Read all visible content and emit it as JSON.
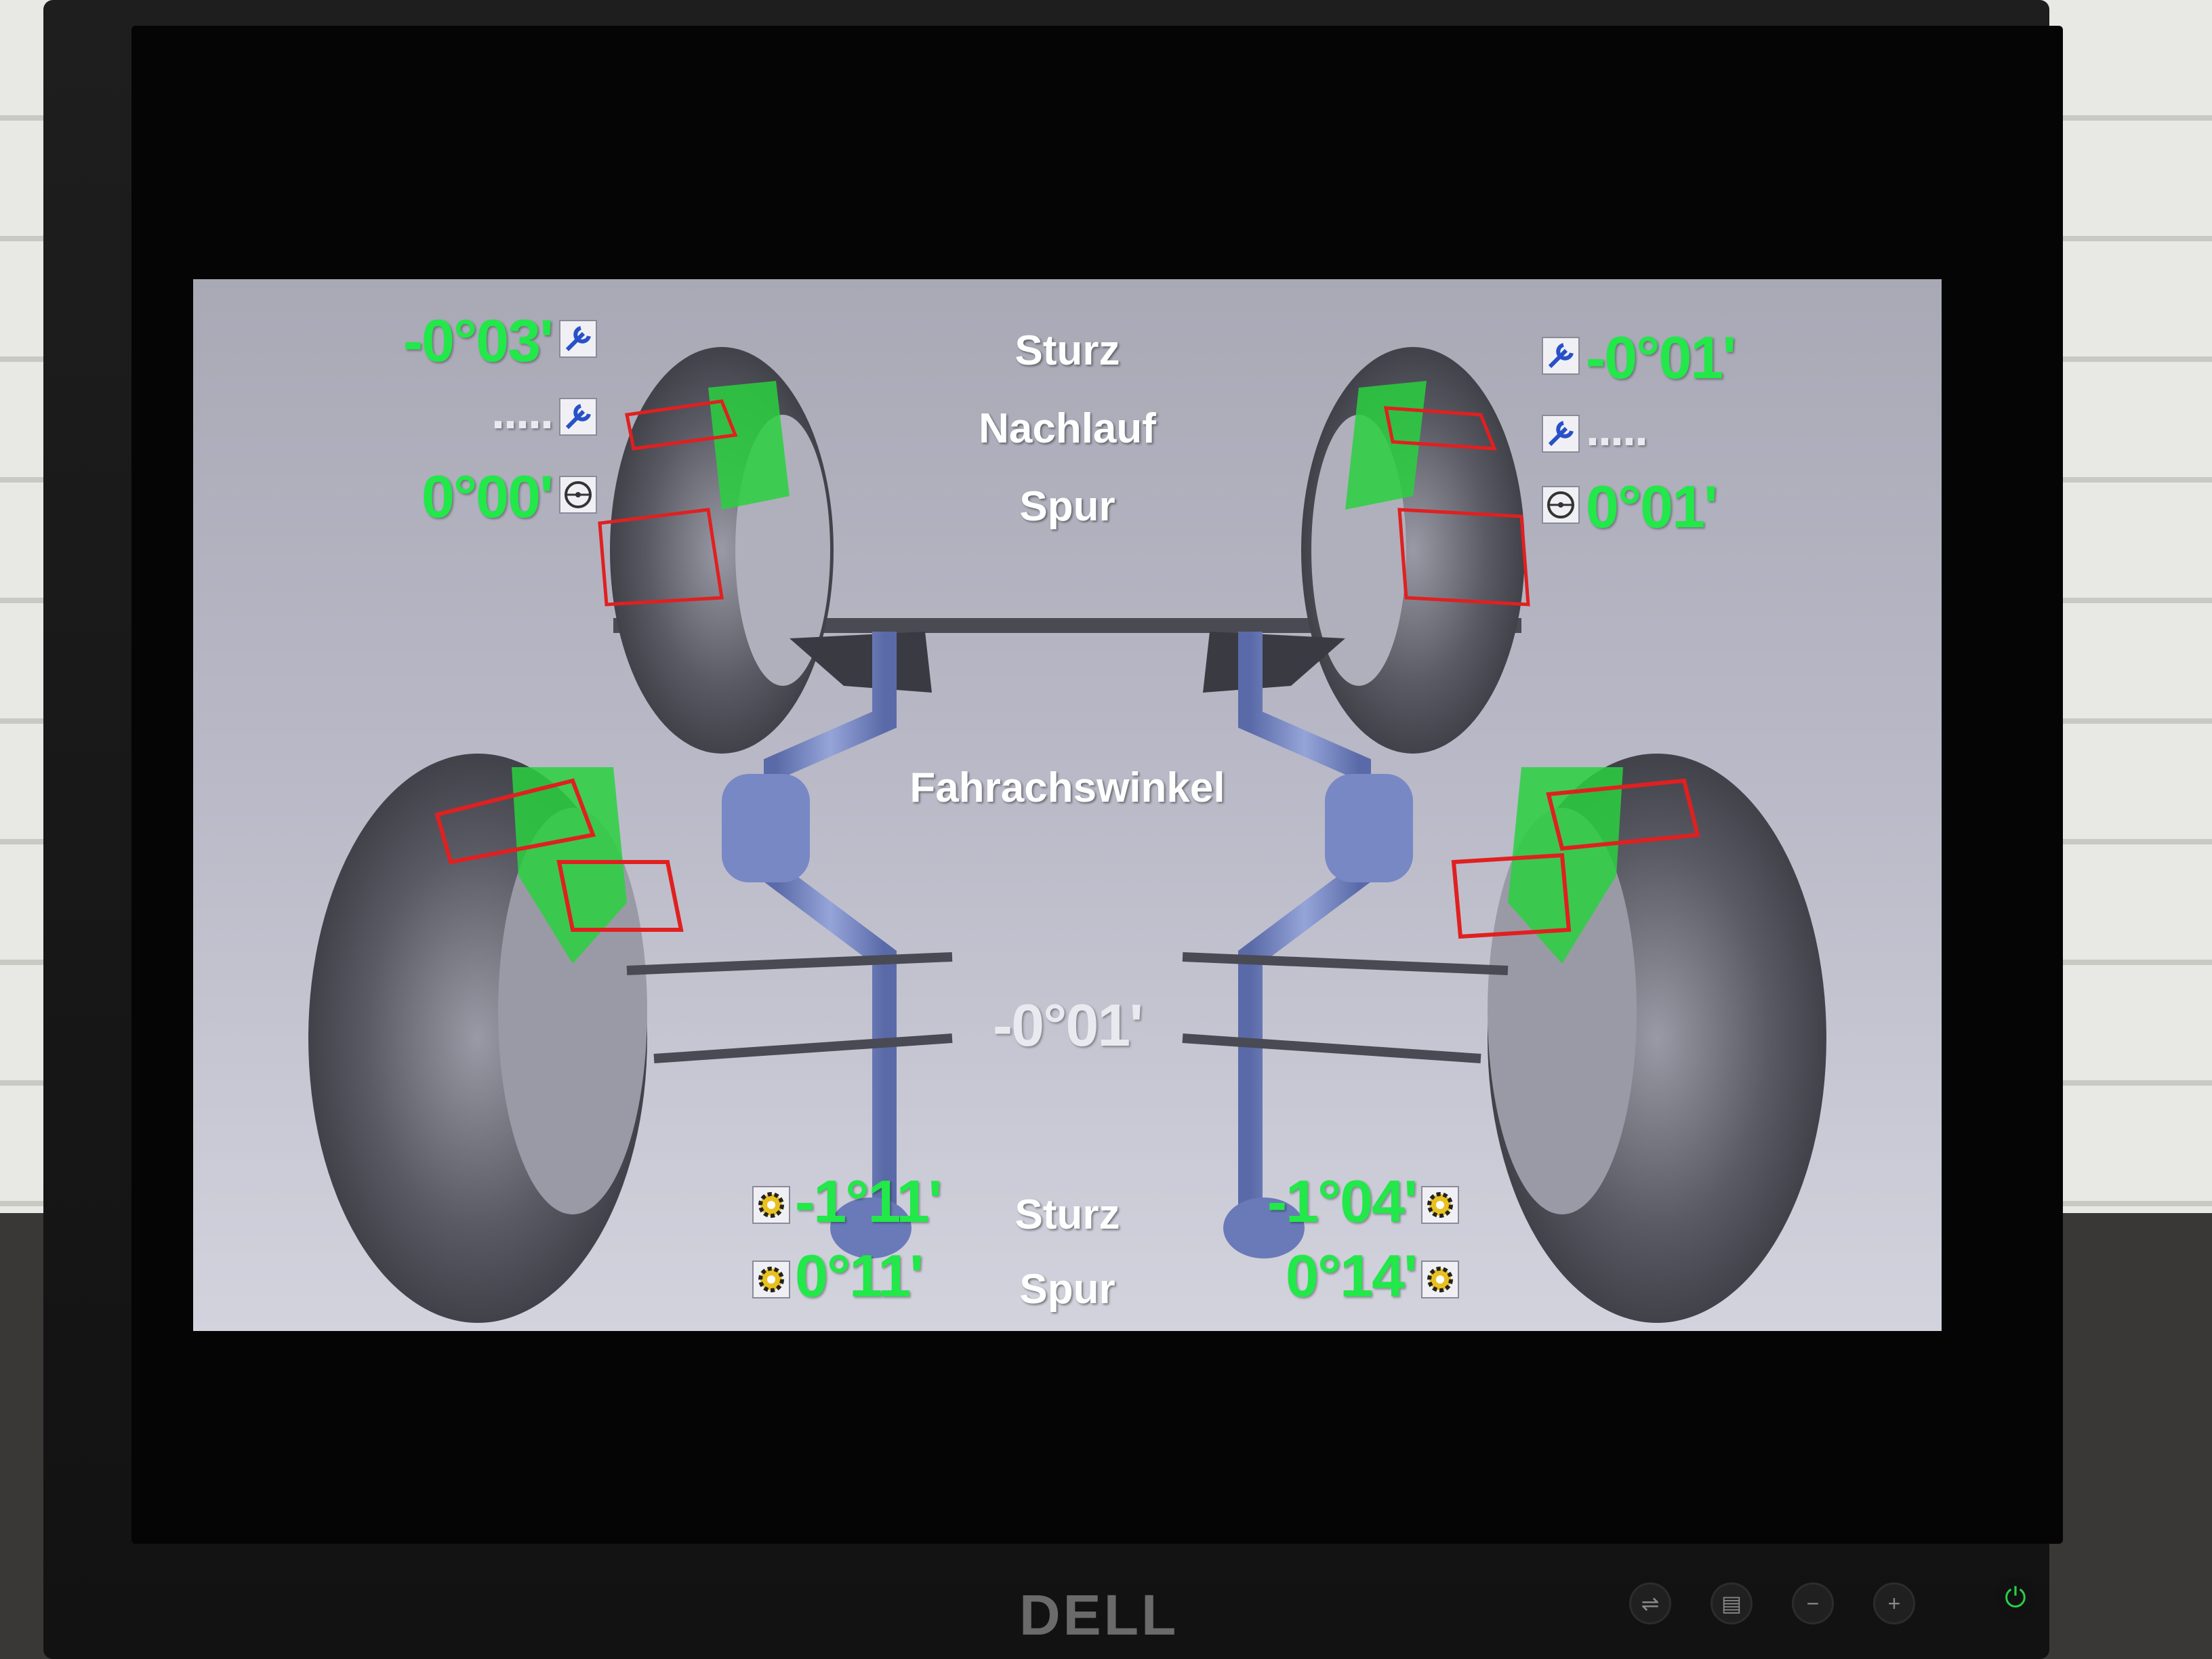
{
  "front": {
    "labels": {
      "camber": "Sturz",
      "caster": "Nachlauf",
      "toe": "Spur"
    },
    "left": {
      "camber": "-0°03'",
      "caster": ".....",
      "toe": "0°00'"
    },
    "right": {
      "camber": "-0°01'",
      "caster": ".....",
      "toe": "0°01'"
    }
  },
  "center": {
    "thrust_label": "Fahrachswinkel",
    "thrust_value": "-0°01'"
  },
  "rear": {
    "labels": {
      "camber": "Sturz",
      "toe": "Spur"
    },
    "left": {
      "camber": "-1°11'",
      "toe": "0°11'"
    },
    "right": {
      "camber": "-1°04'",
      "toe": "0°14'"
    }
  },
  "icons": {
    "front_camber": "wrench-icon",
    "front_caster": "wrench-icon",
    "front_toe": "steering-wheel-icon",
    "rear": "wheel-target-icon"
  },
  "colors": {
    "value_green": "#22e84a",
    "label_white": "#ffffff",
    "screen_bg": "#b8b8c6"
  },
  "monitor": {
    "brand": "DELL"
  }
}
